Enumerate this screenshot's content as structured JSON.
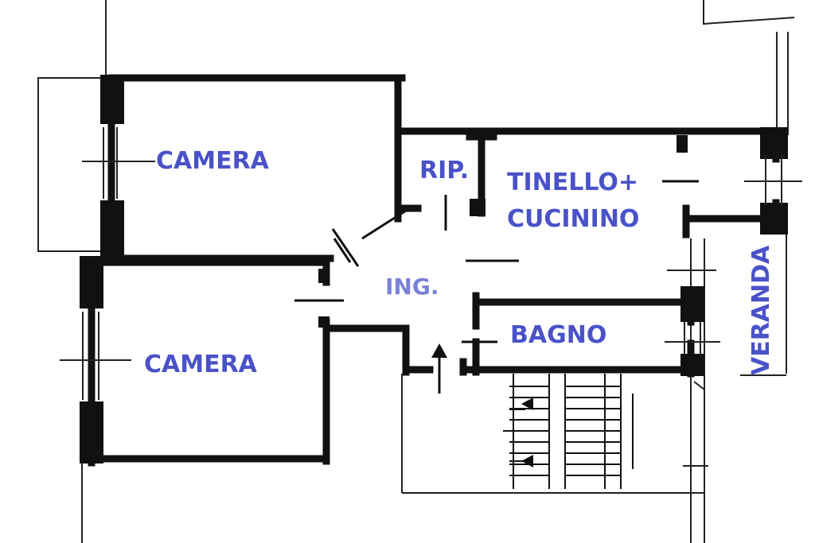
{
  "colors": {
    "label": "#4a52c8",
    "label_hall": "#7a82d8",
    "wall": "#111111",
    "thin_line": "#222222"
  },
  "rooms": {
    "camera_top": "CAMERA",
    "camera_bottom": "CAMERA",
    "ripostiglio": "RIP.",
    "tinello_line1": "TINELLO+",
    "tinello_line2": "CUCININO",
    "ingresso": "ING.",
    "bagno": "BAGNO",
    "veranda": "VERANDA"
  }
}
